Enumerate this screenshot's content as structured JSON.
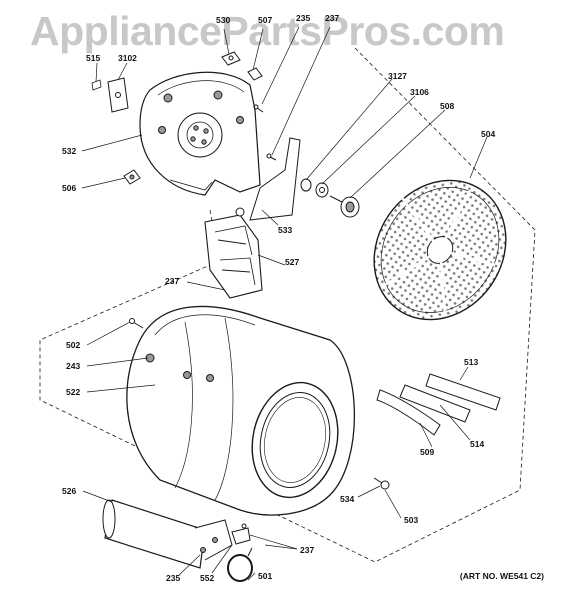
{
  "watermark": "AppliancePartsPros.com",
  "art_number": "(ART NO. WE541 C2)",
  "callouts": {
    "p530": "530",
    "p507": "507",
    "p235_top": "235",
    "p237_top": "237",
    "p515": "515",
    "p3102": "3102",
    "p3127": "3127",
    "p3106": "3106",
    "p508": "508",
    "p504": "504",
    "p532": "532",
    "p506": "506",
    "p533": "533",
    "p527": "527",
    "p237_mid": "237",
    "p502": "502",
    "p243": "243",
    "p522": "522",
    "p513": "513",
    "p514": "514",
    "p509": "509",
    "p534": "534",
    "p503": "503",
    "p526": "526",
    "p237_bottom": "237",
    "p235_bottom": "235",
    "p552": "552",
    "p501": "501"
  },
  "colors": {
    "line": "#1a1a1a",
    "dot_fill": "#9a9a9a",
    "watermark": "#c8c8c8"
  }
}
